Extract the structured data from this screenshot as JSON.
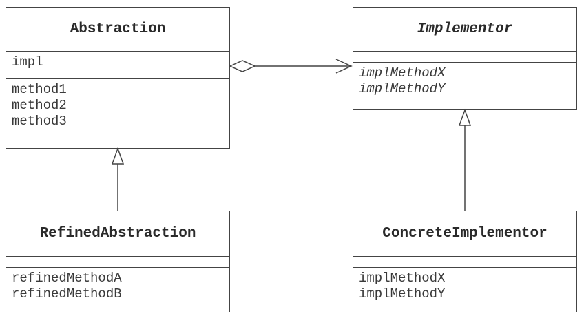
{
  "classes": {
    "abstraction": {
      "name": "Abstraction",
      "fields": [
        "impl"
      ],
      "methods": [
        "method1",
        "method2",
        "method3"
      ]
    },
    "implementor": {
      "name": "Implementor",
      "fields": [],
      "methods": [
        "implMethodX",
        "implMethodY"
      ]
    },
    "refined_abstraction": {
      "name": "RefinedAbstraction",
      "fields": [],
      "methods": [
        "refinedMethodA",
        "refinedMethodB"
      ]
    },
    "concrete_implementor": {
      "name": "ConcreteImplementor",
      "fields": [],
      "methods": [
        "implMethodX",
        "implMethodY"
      ]
    }
  },
  "colors": {
    "line": "#444444",
    "text": "#333333",
    "background": "#ffffff"
  }
}
